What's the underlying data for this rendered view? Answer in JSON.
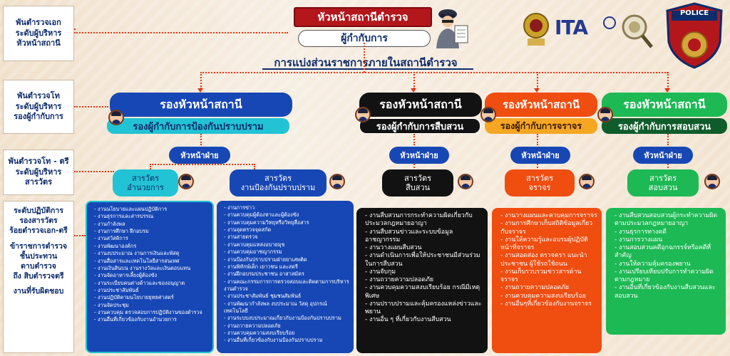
{
  "left_column": {
    "level1": "พันตำรวจเอก\nระดับผู้บริหาร\nหัวหน้าสถานี",
    "level2": "พันตำรวจโท\nระดับผู้บริหาร\nรองผู้กำกับการ",
    "level3": "พันตำรวจโท - ตรี\nระดับผู้บริหาร\nสารวัตร",
    "level4": [
      "ระดับปฏิบัติการ\nรองสารวัตร\nร้อยตำรวจเอก-ตรี",
      "ข้าราชการตำรวจ\nชั้นประทวน\nดาบตำรวจ\nถึง สิบตำรวจตรี",
      "งานที่รับผิดชอบ"
    ]
  },
  "top": {
    "chief": "หัวหน้าสถานีตำรวจ",
    "superintendent": "ผู้กำกับการ",
    "section_title": "การแบ่งส่วนราชการภายในสถานีตำรวจ",
    "logo_ita": "ITA",
    "logo_police": "POLICE"
  },
  "deputy_title": "รองหัวหน้าสถานี",
  "branches": [
    {
      "sub": "รองผู้กำกับการป้องกันปราบปราม",
      "color": "#1747b5",
      "sub_bg": "#22c3d4",
      "sub_fg": "#0d2c6b"
    },
    {
      "sub": "รองผู้กำกับการสืบสวน",
      "color": "#121212",
      "sub_bg": "#121212",
      "sub_fg": "#ffffff"
    },
    {
      "sub": "รองผู้กำกับการจราจร",
      "color": "#f04d10",
      "sub_bg": "#f5a623",
      "sub_fg": "#3a1a00"
    },
    {
      "sub": "รองผู้กำกับการสอบสวน",
      "color": "#1db954",
      "sub_bg": "#0f5c2b",
      "sub_fg": "#ffffff"
    }
  ],
  "unit_head": "หัวหน้าฝ่าย",
  "inspectors": [
    {
      "line1": "สารวัตร",
      "line2": "อำนวยการ",
      "color": "#22c3d4",
      "fg": "#0d2c6b"
    },
    {
      "line1": "สารวัตร",
      "line2": "งานป้องกันปราบปราม",
      "color": "#1747b5",
      "fg": "#ffffff"
    },
    {
      "line1": "สารวัตร",
      "line2": "สืบสวน",
      "color": "#121212",
      "fg": "#ffffff"
    },
    {
      "line1": "สารวัตร",
      "line2": "จราจร",
      "color": "#f04d10",
      "fg": "#ffffff"
    },
    {
      "line1": "สารวัตร",
      "line2": "สอบสวน",
      "color": "#1db954",
      "fg": "#ffffff"
    }
  ],
  "duties": [
    [
      "- งานนโยบายและแผนปฏิบัติการ",
      "- งานธุรการและสารบรรณ",
      "- งานกำลังพล",
      "- งานการศึกษา ฝึกอบรม",
      "- งานสวัสดิการ",
      "- งานพัฒนาองค์กร",
      "- งานงบประมาณ งานการเงินและพัสดุ",
      "- งานสื่อสารและเทคโนโลยีสารสนเทศ",
      "- งานเงินสินบน งานรางวัลและเงินตอบแทน",
      "- งานจัดอาหารเลี้ยงผู้ต้องขัง",
      "- งานระเบียบคนต่างด้าวและของอนุญาต",
      "- งานประชาสัมพันธ์",
      "- งานปฏิบัติตามนโยบายยุทธศาสตร์",
      "- งานจัดประชุม",
      "- งานควบคุม ตรวจสอบการปฏิบัติงานของตำรวจ",
      "- งานอื่นที่เกี่ยวข้องกับงานอำนวยการ"
    ],
    [
      "- งานการข่าว",
      "- งานควบคุมผู้ต้องหาและผู้ต้องขัง",
      "- งานควบคุมความวิทยุหรือวิทยุสื่อสาร",
      "- งานจุดตรวจจุดสกัด",
      "- งานสายตรวจ",
      "- งานควบคุมแหล่งอบายมุข",
      "- งานควบคุมอาชญากรรม",
      "- งานป้องกันปราบปรามฝ่ายยาเสพติด",
      "- งานพิทักษ์เด็ก เยาวชน และสตรี",
      "- งานฝึกอบรมประชาชน อาสาสมัคร",
      "- งานคณะกรรมการการตรวจสอบและติดตามการบริหารงานตำรวจ",
      "- งานประชาสัมพันธ์ ชุมชนสัมพันธ์",
      "- งานพัฒนากำลังพล งบประมาณ วัสดุ อุปกรณ์ เทคโนโลยี",
      "- งานระบบงบประมาณเกี่ยวกับงานป้องกันปราบปราม",
      "- งานถวายความปลอดภัย",
      "- งานควบคุมความสงบเรียบร้อย",
      "- งานอื่นที่เกี่ยวข้องกับงานป้องกันปราบปราม"
    ],
    [
      "- งานสืบสวนการกระทำความผิดเกี่ยวกับประมวลกฎหมายอาญา",
      "- งานสืบสวนข่าวและระบบข้อมูลอาชญากรรม",
      "- งานวางแผนสืบสวน",
      "- งานดำเนินการเพื่อให้ประชาชนมีส่วนร่วมในการสืบสวน",
      "- งานจับกุม",
      "- งานถวายความปลอดภัย",
      "- งานควบคุมความสงบเรียบร้อย กรณีมีเหตุพิเศษ",
      "- งานปราบปรามและคุ้มครองแหล่งข่าวและพยาน",
      "- งานอื่น ๆ ที่เกี่ยวกับงานสืบสวน"
    ],
    [
      "- งานวางแผนและควบคุมการจราจร",
      "- งานการศึกษาเก็บสถิติข้อมูลเกี่ยวกับจราจร",
      "- งานให้ความรู้และอบรมผู้ปฏิบัติหน้าที่จราจร",
      "- งานสอดส่อง ตรวจตรา แนะนำประชาชน ผู้ใช้รถใช้ถนน",
      "- งานเก็บรวบรวมข่าวสารด้านจราจร",
      "- งานถวายความปลอดภัย",
      "- งานควบคุมความสงบเรียบร้อย",
      "- งานอื่นๆที่เกี่ยวข้องกับงานจราจร"
    ],
    [
      "- งานสืบสวนสอบสวนผู้กระทำความผิดตามประมวลกฎหมายอาญา",
      "- งานธุรการทางคดี",
      "- งานการวางแผน",
      "- งานสอบสวนคดีอุกฉกรรจ์หรือคดีที่สำคัญ",
      "- งานให้ความคุ้มครองพยาน",
      "- งานเปรียบเทียบปรับการทำความผิดตามกฎหมาย",
      "- งานอื่นที่เกี่ยวข้องกับงานสืบสวนและสอบสวน"
    ]
  ],
  "colors": {
    "connector": "#e23a16",
    "chief_bg": "#b3161b",
    "title_text": "#0d2c6b"
  }
}
